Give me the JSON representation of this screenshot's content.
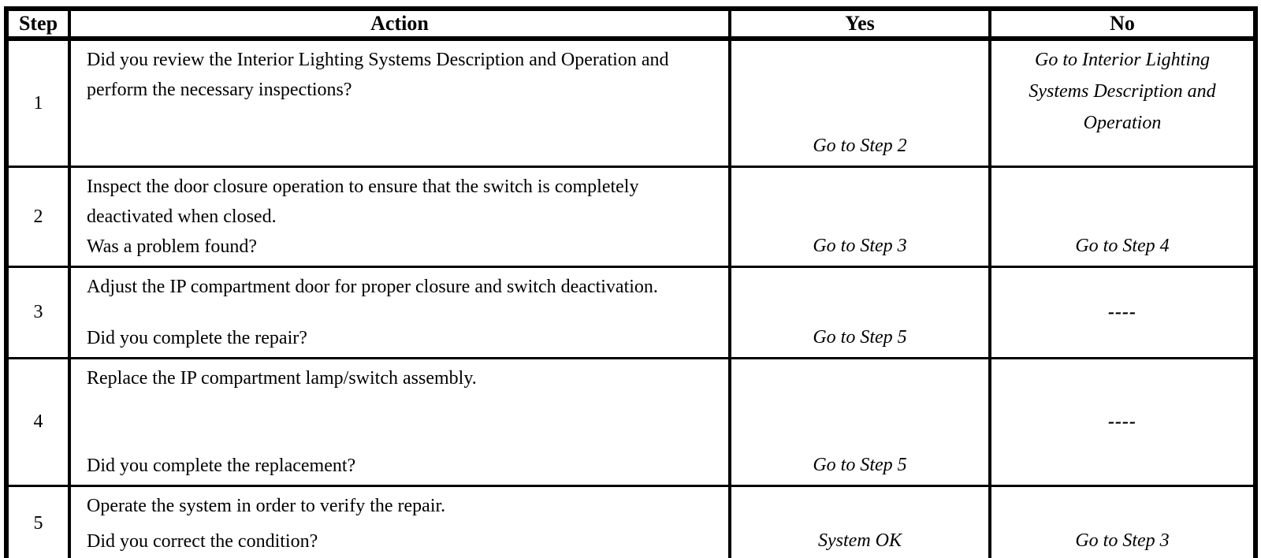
{
  "colors": {
    "border": "#000000",
    "background": "#ffffff",
    "text": "#000000"
  },
  "table": {
    "headers": {
      "step": "Step",
      "action": "Action",
      "yes": "Yes",
      "no": "No"
    },
    "rows": [
      {
        "step": "1",
        "statement": "Did you review the Interior Lighting Systems Description and Operation and perform the necessary inspections?",
        "yes": "Go to Step 2",
        "no": "Go to Interior Lighting Systems Description and Operation"
      },
      {
        "step": "2",
        "statement": "Inspect the door closure operation to ensure that the switch is completely deactivated when closed.",
        "question": "Was a problem found?",
        "yes": "Go to Step 3",
        "no": "Go to Step 4"
      },
      {
        "step": "3",
        "statement": "Adjust the IP compartment door for proper closure and switch deactivation.",
        "question": "Did you complete the repair?",
        "yes": "Go to Step 5",
        "no": "----"
      },
      {
        "step": "4",
        "statement": "Replace the IP compartment lamp/switch assembly.",
        "question": "Did you complete the replacement?",
        "yes": "Go to Step 5",
        "no": "----"
      },
      {
        "step": "5",
        "statement": "Operate the system in order to verify the repair.",
        "question": "Did you correct the condition?",
        "yes": "System OK",
        "no": "Go to Step 3"
      }
    ]
  }
}
